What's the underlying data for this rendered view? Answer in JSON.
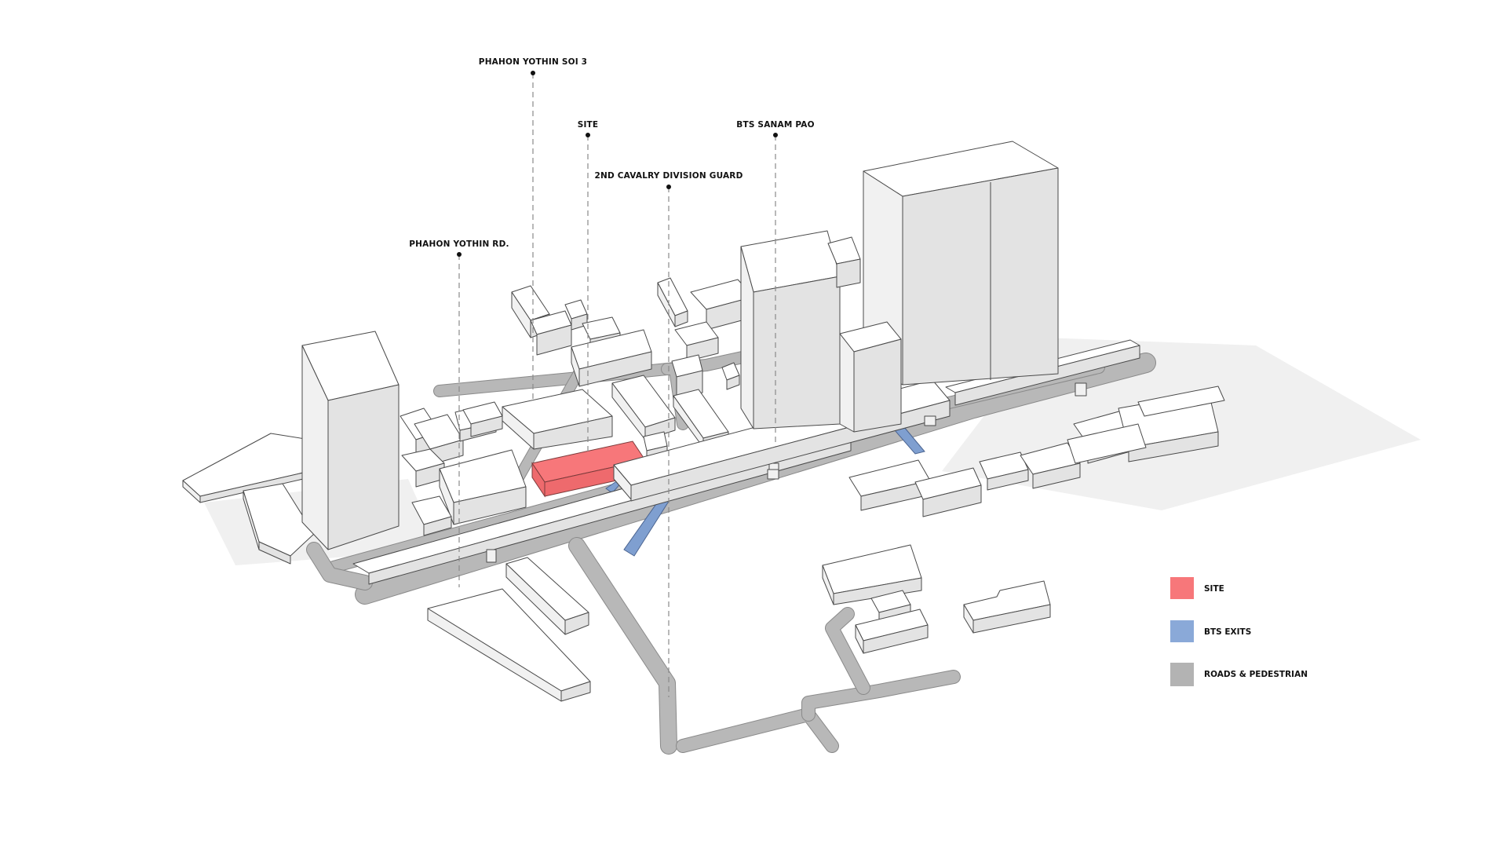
{
  "labels": {
    "soi3": "PHAHON YOTHIN SOI 3",
    "site": "SITE",
    "bts_sanam_pao": "BTS SANAM PAO",
    "cavalry": "2ND CAVALRY DIVISION GUARD",
    "phahon_rd": "PHAHON YOTHIN RD."
  },
  "legend": [
    {
      "label": "SITE",
      "color": "#f7777a"
    },
    {
      "label": "BTS EXITS",
      "color": "#8aa9d8"
    },
    {
      "label": "ROADS & PEDESTRIAN",
      "color": "#b3b3b3"
    }
  ]
}
